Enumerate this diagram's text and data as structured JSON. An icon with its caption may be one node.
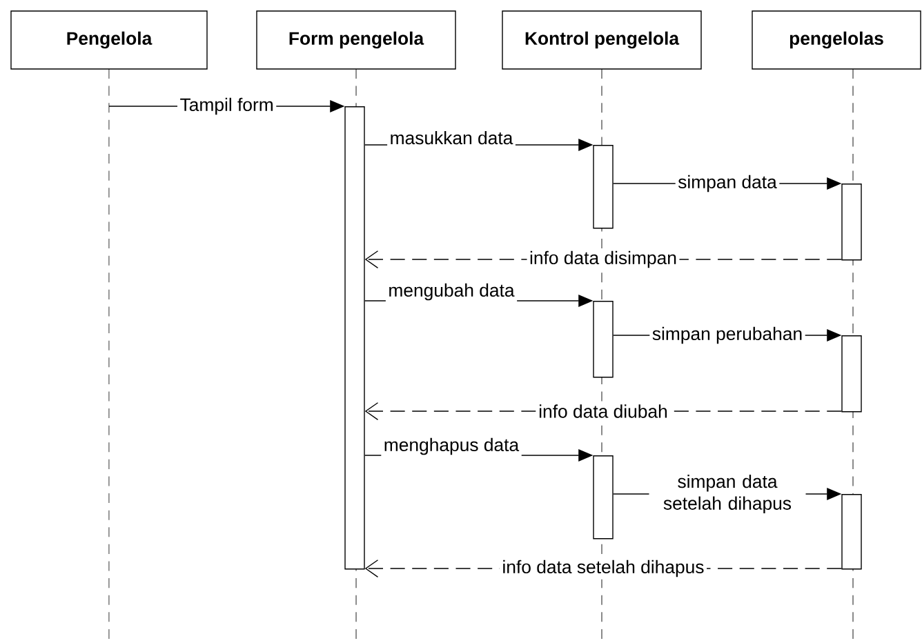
{
  "diagram": {
    "nodes": [
      {
        "text": [
          "Pengelola"
        ]
      },
      {
        "text": [
          "Form pengelola"
        ]
      },
      {
        "text": [
          "Kontrol pengelola"
        ]
      },
      {
        "text": [
          "pengelolas"
        ]
      },
      {
        "text": [],
        "shape": "bar"
      },
      {
        "text": [],
        "shape": "bar"
      },
      {
        "text": [],
        "shape": "bar"
      },
      {
        "text": [],
        "shape": "bar"
      },
      {
        "text": [],
        "shape": "bar"
      },
      {
        "text": [],
        "shape": "bar"
      },
      {
        "text": [],
        "shape": "bar"
      }
    ],
    "edges": [
      {
        "from": 0,
        "to": 4,
        "arrow": "to",
        "label": "Tampil form"
      },
      {
        "from": 4,
        "to": 5,
        "arrow": "to",
        "label": "masukkan data"
      },
      {
        "from": 5,
        "to": 8,
        "arrow": "to",
        "label": "simpan data"
      },
      {
        "from": 8,
        "to": 4,
        "arrow": "to",
        "label": "info data disimpan",
        "style": "dashed"
      },
      {
        "from": 4,
        "to": 6,
        "arrow": "to",
        "label": "mengubah data"
      },
      {
        "from": 6,
        "to": 9,
        "arrow": "to",
        "label": "simpan perubahan"
      },
      {
        "from": 9,
        "to": 4,
        "arrow": "to",
        "label": "info data diubah",
        "style": "dashed"
      },
      {
        "from": 4,
        "to": 7,
        "arrow": "to",
        "label": "menghapus data"
      },
      {
        "from": 7,
        "to": 10,
        "arrow": "to",
        "label": "simpan data setelah dihapus"
      },
      {
        "from": 10,
        "to": 4,
        "arrow": "to",
        "label": "info data setelah dihapus",
        "style": "dashed"
      }
    ]
  }
}
